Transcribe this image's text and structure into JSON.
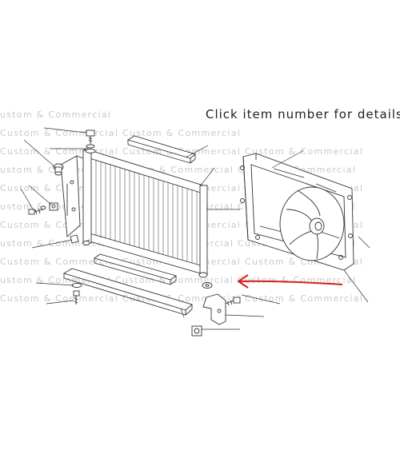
{
  "diagram": {
    "header_text": "Click item number for details",
    "watermark": {
      "text": "Custom & Commercial",
      "rows": [
        "ustom & Commercial",
        "Custom & Commercial  Custom & Commercial",
        "Custom & Commercial  Custom & Commercial  Custom & Commercial",
        "ustom & Commercial  Custom & Commercial  Custom & Commercial",
        "Custom & Commercial  Custom & Commercial  Custom & Commercial",
        "ustom & Commercial  Custom & Commercial  Custom & Commercial",
        "Custom & Commercial  Custom & Commercial  Custom & Commercial",
        "ustom & Commercial  Custom & Commercial  Custom & Commercial",
        "Custom & Commercial  Custom & Commercial  Custom & Commercial",
        "ustom & Commercial  Custom & Commercial  Custom & Commercial",
        "Custom & Commercial  Custom & Commercial  Custom & Commercial"
      ],
      "color": "#c9c9c9"
    },
    "colors": {
      "line": "#333333",
      "arrow": "#d42020"
    }
  }
}
